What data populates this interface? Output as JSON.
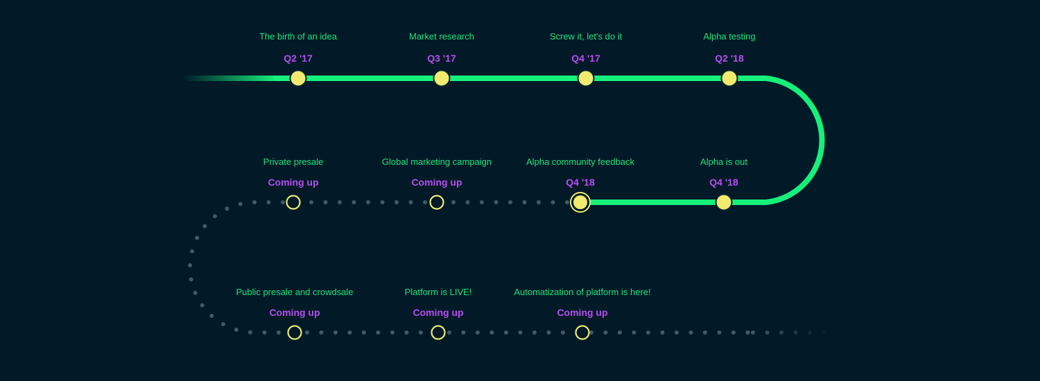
{
  "colors": {
    "background": "#021a28",
    "line_done": "#16f07b",
    "line_pending": "#3f5b66",
    "node_fill": "#f0ea6e",
    "node_stroke": "#0b2230",
    "node_ring": "#f0ea6e",
    "label_text": "#1ee57a",
    "date_text": "#b94ef0"
  },
  "milestones": [
    {
      "label": "The birth of an idea",
      "date": "Q2 '17",
      "status": "done"
    },
    {
      "label": "Market research",
      "date": "Q3 '17",
      "status": "done"
    },
    {
      "label": "Screw it, let's do it",
      "date": "Q4 '17",
      "status": "done"
    },
    {
      "label": "Alpha testing",
      "date": "Q2 '18",
      "status": "done"
    },
    {
      "label": "Alpha is out",
      "date": "Q4 '18",
      "status": "done"
    },
    {
      "label": "Alpha community feedback",
      "date": "Q4 '18",
      "status": "current"
    },
    {
      "label": "Global marketing campaign",
      "date": "Coming up",
      "status": "upcoming"
    },
    {
      "label": "Private presale",
      "date": "Coming up",
      "status": "upcoming"
    },
    {
      "label": "Public presale and crowdsale",
      "date": "Coming up",
      "status": "upcoming"
    },
    {
      "label": "Platform is LIVE!",
      "date": "Coming up",
      "status": "upcoming"
    },
    {
      "label": "Automatization of platform is here!",
      "date": "Coming up",
      "status": "upcoming"
    }
  ]
}
